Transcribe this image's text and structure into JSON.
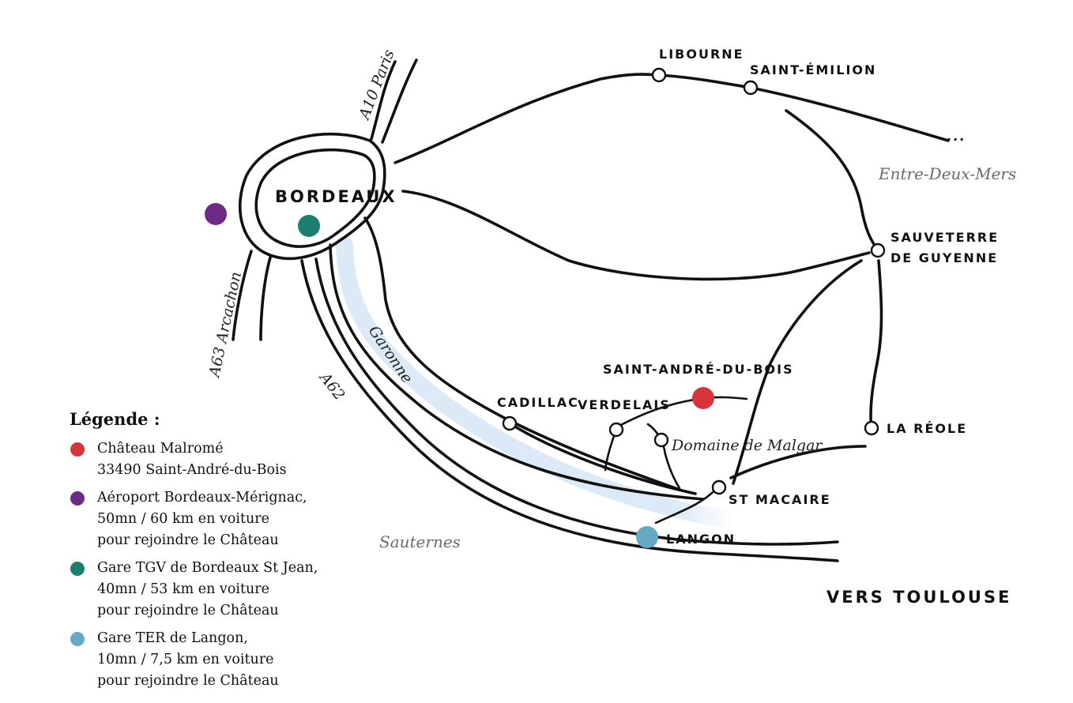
{
  "map": {
    "towns": {
      "bordeaux": "BORDEAUX",
      "libourne": "LIBOURNE",
      "saint_emilion": "SAINT-ÉMILION",
      "sauveterre_line1": "SAUVETERRE",
      "sauveterre_line2": "DE GUYENNE",
      "saint_andre": "SAINT-ANDRÉ-DU-BOIS",
      "cadillac": "CADILLAC",
      "verdelais": "VERDELAIS",
      "la_reole": "LA RÉOLE",
      "st_macaire": "ST MACAIRE",
      "langon": "LANGON"
    },
    "roads": {
      "a10": "A10 Paris",
      "a63": "A63 Arcachon",
      "a62": "A62",
      "garonne": "Garonne"
    },
    "regions": {
      "entre_deux_mers": "Entre-Deux-Mers",
      "sauternes": "Sauternes",
      "domaine": "Domaine de Malgar",
      "vers_toulouse": "VERS TOULOUSE",
      "ellipsis": "..."
    }
  },
  "legend": {
    "title": "Légende :",
    "items": [
      {
        "color": "#d7333a",
        "lines": [
          "Château Malromé",
          "33490 Saint-André-du-Bois"
        ]
      },
      {
        "color": "#6e2a86",
        "lines": [
          "Aéroport Bordeaux-Mérignac,",
          "50mn / 60 km en voiture",
          "pour rejoindre le Château"
        ]
      },
      {
        "color": "#1a7f6e",
        "lines": [
          "Gare TGV de Bordeaux St Jean,",
          "40mn / 53 km en voiture",
          "pour rejoindre le Château"
        ]
      },
      {
        "color": "#65a9c4",
        "lines": [
          "Gare TER de Langon,",
          "10mn / 7,5 km en voiture",
          "pour rejoindre le Château"
        ]
      }
    ]
  },
  "colors": {
    "chateau": "#d7333a",
    "airport": "#6e2a86",
    "tgv": "#1a7f6e",
    "ter": "#65a9c4",
    "river": "#dce9f6"
  }
}
